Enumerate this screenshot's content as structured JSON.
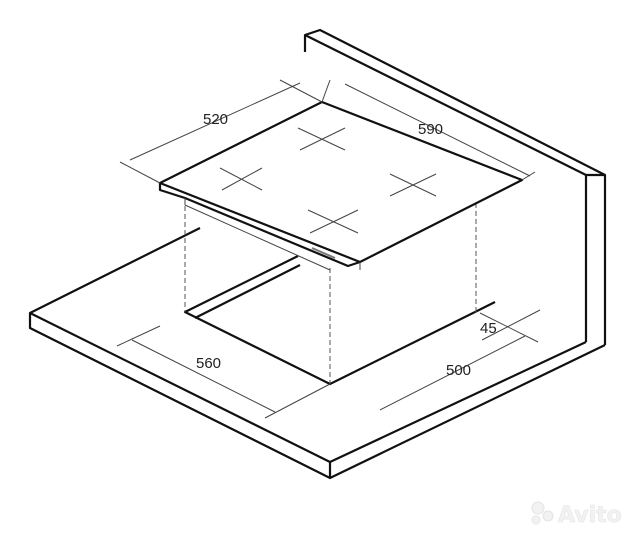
{
  "dimensions": {
    "hob_depth": "520",
    "hob_width": "590",
    "cutout_width": "560",
    "cutout_depth": "500",
    "back_offset": "45"
  },
  "watermark": {
    "text": "Avito",
    "icon": "avito-dots-logo"
  },
  "colors": {
    "line": "#111111",
    "background": "#ffffff"
  }
}
